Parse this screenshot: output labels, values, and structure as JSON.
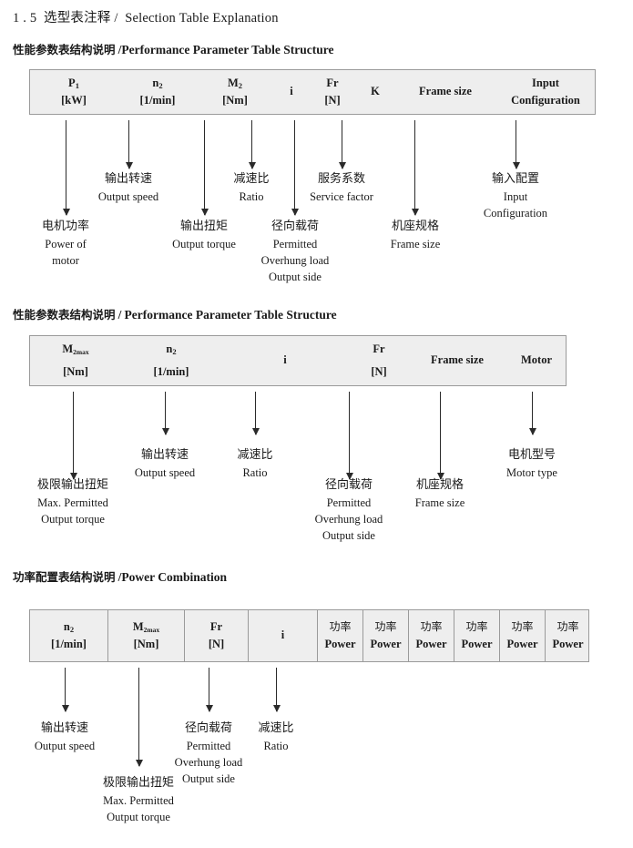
{
  "page": {
    "heading": {
      "number": "1 . 5",
      "cn": "选型表注释",
      "sep": "/",
      "en": "Selection Table Explanation"
    }
  },
  "sections": [
    {
      "id": "performance-parameter-1",
      "title_cn": "性能参数表结构说明",
      "title_sep": "/",
      "title_en": "Performance Parameter Table Structure",
      "columns": [
        {
          "name": "p1",
          "sym": "P",
          "sub": "1",
          "unit": "[kW]"
        },
        {
          "name": "n2",
          "sym": "n",
          "sub": "2",
          "unit": "[1/min]"
        },
        {
          "name": "m2",
          "sym": "M",
          "sub": "2",
          "unit": "[Nm]"
        },
        {
          "name": "i",
          "sym": "i",
          "sub": "",
          "unit": ""
        },
        {
          "name": "fr",
          "sym": "Fr",
          "sub": "",
          "unit": "[N]"
        },
        {
          "name": "k",
          "sym": "K",
          "sub": "",
          "unit": ""
        },
        {
          "name": "frame",
          "sym": "Frame size",
          "sub": "",
          "unit": ""
        },
        {
          "name": "input",
          "sym": "Input",
          "sub": "",
          "unit": "Configuration"
        }
      ],
      "annotations": [
        {
          "name": "power-of-motor",
          "cn": "电机功率",
          "en": [
            "Power of",
            "motor"
          ]
        },
        {
          "name": "output-speed",
          "cn": "输出转速",
          "en": [
            "Output speed"
          ]
        },
        {
          "name": "output-torque",
          "cn": "输出扭矩",
          "en": [
            "Output torque"
          ]
        },
        {
          "name": "ratio",
          "cn": "减速比",
          "en": [
            "Ratio"
          ]
        },
        {
          "name": "overhung-load",
          "cn": "径向载荷",
          "en": [
            "Permitted",
            "Overhung load",
            "Output side"
          ]
        },
        {
          "name": "service-factor",
          "cn": "服务系数",
          "en": [
            "Service factor"
          ]
        },
        {
          "name": "frame-size",
          "cn": "机座规格",
          "en": [
            "Frame size"
          ]
        },
        {
          "name": "input-config",
          "cn": "输入配置",
          "en": [
            "Input",
            "Configuration"
          ]
        }
      ]
    },
    {
      "id": "performance-parameter-2",
      "title_cn": "性能参数表结构说明",
      "title_sep": "/",
      "title_en": "Performance Parameter Table Structure",
      "columns": [
        {
          "name": "m2max",
          "sym": "M",
          "sub": "2max",
          "unit": "[Nm]"
        },
        {
          "name": "n2",
          "sym": "n",
          "sub": "2",
          "unit": "[1/min]"
        },
        {
          "name": "i",
          "sym": "i",
          "sub": "",
          "unit": ""
        },
        {
          "name": "fr",
          "sym": "Fr",
          "sub": "",
          "unit": "[N]"
        },
        {
          "name": "frame",
          "sym": "Frame size",
          "sub": "",
          "unit": ""
        },
        {
          "name": "motor",
          "sym": "Motor",
          "sub": "",
          "unit": ""
        }
      ],
      "annotations": [
        {
          "name": "max-permitted-output-torque",
          "cn": "极限输出扭矩",
          "en": [
            "Max. Permitted",
            "Output  torque"
          ]
        },
        {
          "name": "output-speed",
          "cn": "输出转速",
          "en": [
            "Output speed"
          ]
        },
        {
          "name": "ratio",
          "cn": "减速比",
          "en": [
            "Ratio"
          ]
        },
        {
          "name": "overhung-load",
          "cn": "径向载荷",
          "en": [
            "Permitted",
            "Overhung load",
            "Output side"
          ]
        },
        {
          "name": "frame-size",
          "cn": "机座规格",
          "en": [
            "Frame size"
          ]
        },
        {
          "name": "motor-type",
          "cn": "电机型号",
          "en": [
            "Motor type"
          ]
        }
      ]
    },
    {
      "id": "power-combination",
      "title_cn": "功率配置表结构说明",
      "title_sep": "/",
      "title_en": "Power Combination",
      "columns": [
        {
          "name": "n2",
          "sym": "n",
          "sub": "2",
          "unit": "[1/min]"
        },
        {
          "name": "m2max",
          "sym": "M",
          "sub": "2max",
          "unit": "[Nm]"
        },
        {
          "name": "fr",
          "sym": "Fr",
          "sub": "",
          "unit": "[N]"
        },
        {
          "name": "i",
          "sym": "i",
          "sub": "",
          "unit": ""
        },
        {
          "name": "power1",
          "cn": "功率",
          "sym": "",
          "unit": "Power"
        },
        {
          "name": "power2",
          "cn": "功率",
          "sym": "",
          "unit": "Power"
        },
        {
          "name": "power3",
          "cn": "功率",
          "sym": "",
          "unit": "Power"
        },
        {
          "name": "power4",
          "cn": "功率",
          "sym": "",
          "unit": "Power"
        },
        {
          "name": "power5",
          "cn": "功率",
          "sym": "",
          "unit": "Power"
        },
        {
          "name": "power6",
          "cn": "功率",
          "sym": "",
          "unit": "Power"
        }
      ],
      "annotations": [
        {
          "name": "output-speed",
          "cn": "输出转速",
          "en": [
            "Output speed"
          ]
        },
        {
          "name": "max-permitted-output-torque",
          "cn": "极限输出扭矩",
          "en": [
            "Max. Permitted",
            "Output  torque"
          ]
        },
        {
          "name": "overhung-load",
          "cn": "径向载荷",
          "en": [
            "Permitted",
            "Overhung load",
            "Output side"
          ]
        },
        {
          "name": "ratio",
          "cn": "减速比",
          "en": [
            "Ratio"
          ]
        }
      ]
    }
  ]
}
